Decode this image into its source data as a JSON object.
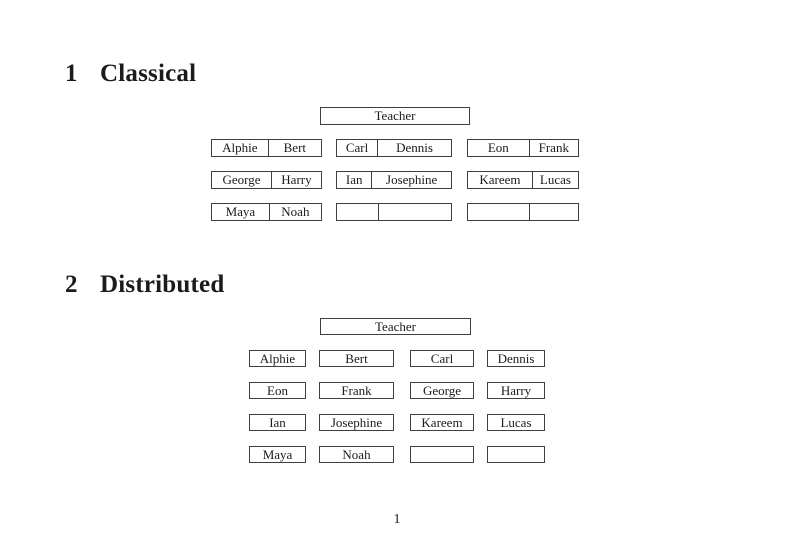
{
  "colors": {
    "background": "#ffffff",
    "border": "#3f3f3f",
    "text": "#1b1b1b"
  },
  "page": {
    "number": "1"
  },
  "sections": [
    {
      "number": "1",
      "title": "Classical"
    },
    {
      "number": "2",
      "title": "Distributed"
    }
  ],
  "classical": {
    "teacher_label": "Teacher",
    "desks": [
      {
        "left": "Alphie",
        "right": "Bert"
      },
      {
        "left": "Carl",
        "right": "Dennis"
      },
      {
        "left": "Eon",
        "right": "Frank"
      },
      {
        "left": "George",
        "right": "Harry"
      },
      {
        "left": "Ian",
        "right": "Josephine"
      },
      {
        "left": "Kareem",
        "right": "Lucas"
      },
      {
        "left": "Maya",
        "right": "Noah"
      },
      {
        "left": "",
        "right": ""
      },
      {
        "left": "",
        "right": ""
      }
    ]
  },
  "distributed": {
    "teacher_label": "Teacher",
    "seats": [
      "Alphie",
      "Bert",
      "Carl",
      "Dennis",
      "Eon",
      "Frank",
      "George",
      "Harry",
      "Ian",
      "Josephine",
      "Kareem",
      "Lucas",
      "Maya",
      "Noah",
      "",
      ""
    ]
  }
}
